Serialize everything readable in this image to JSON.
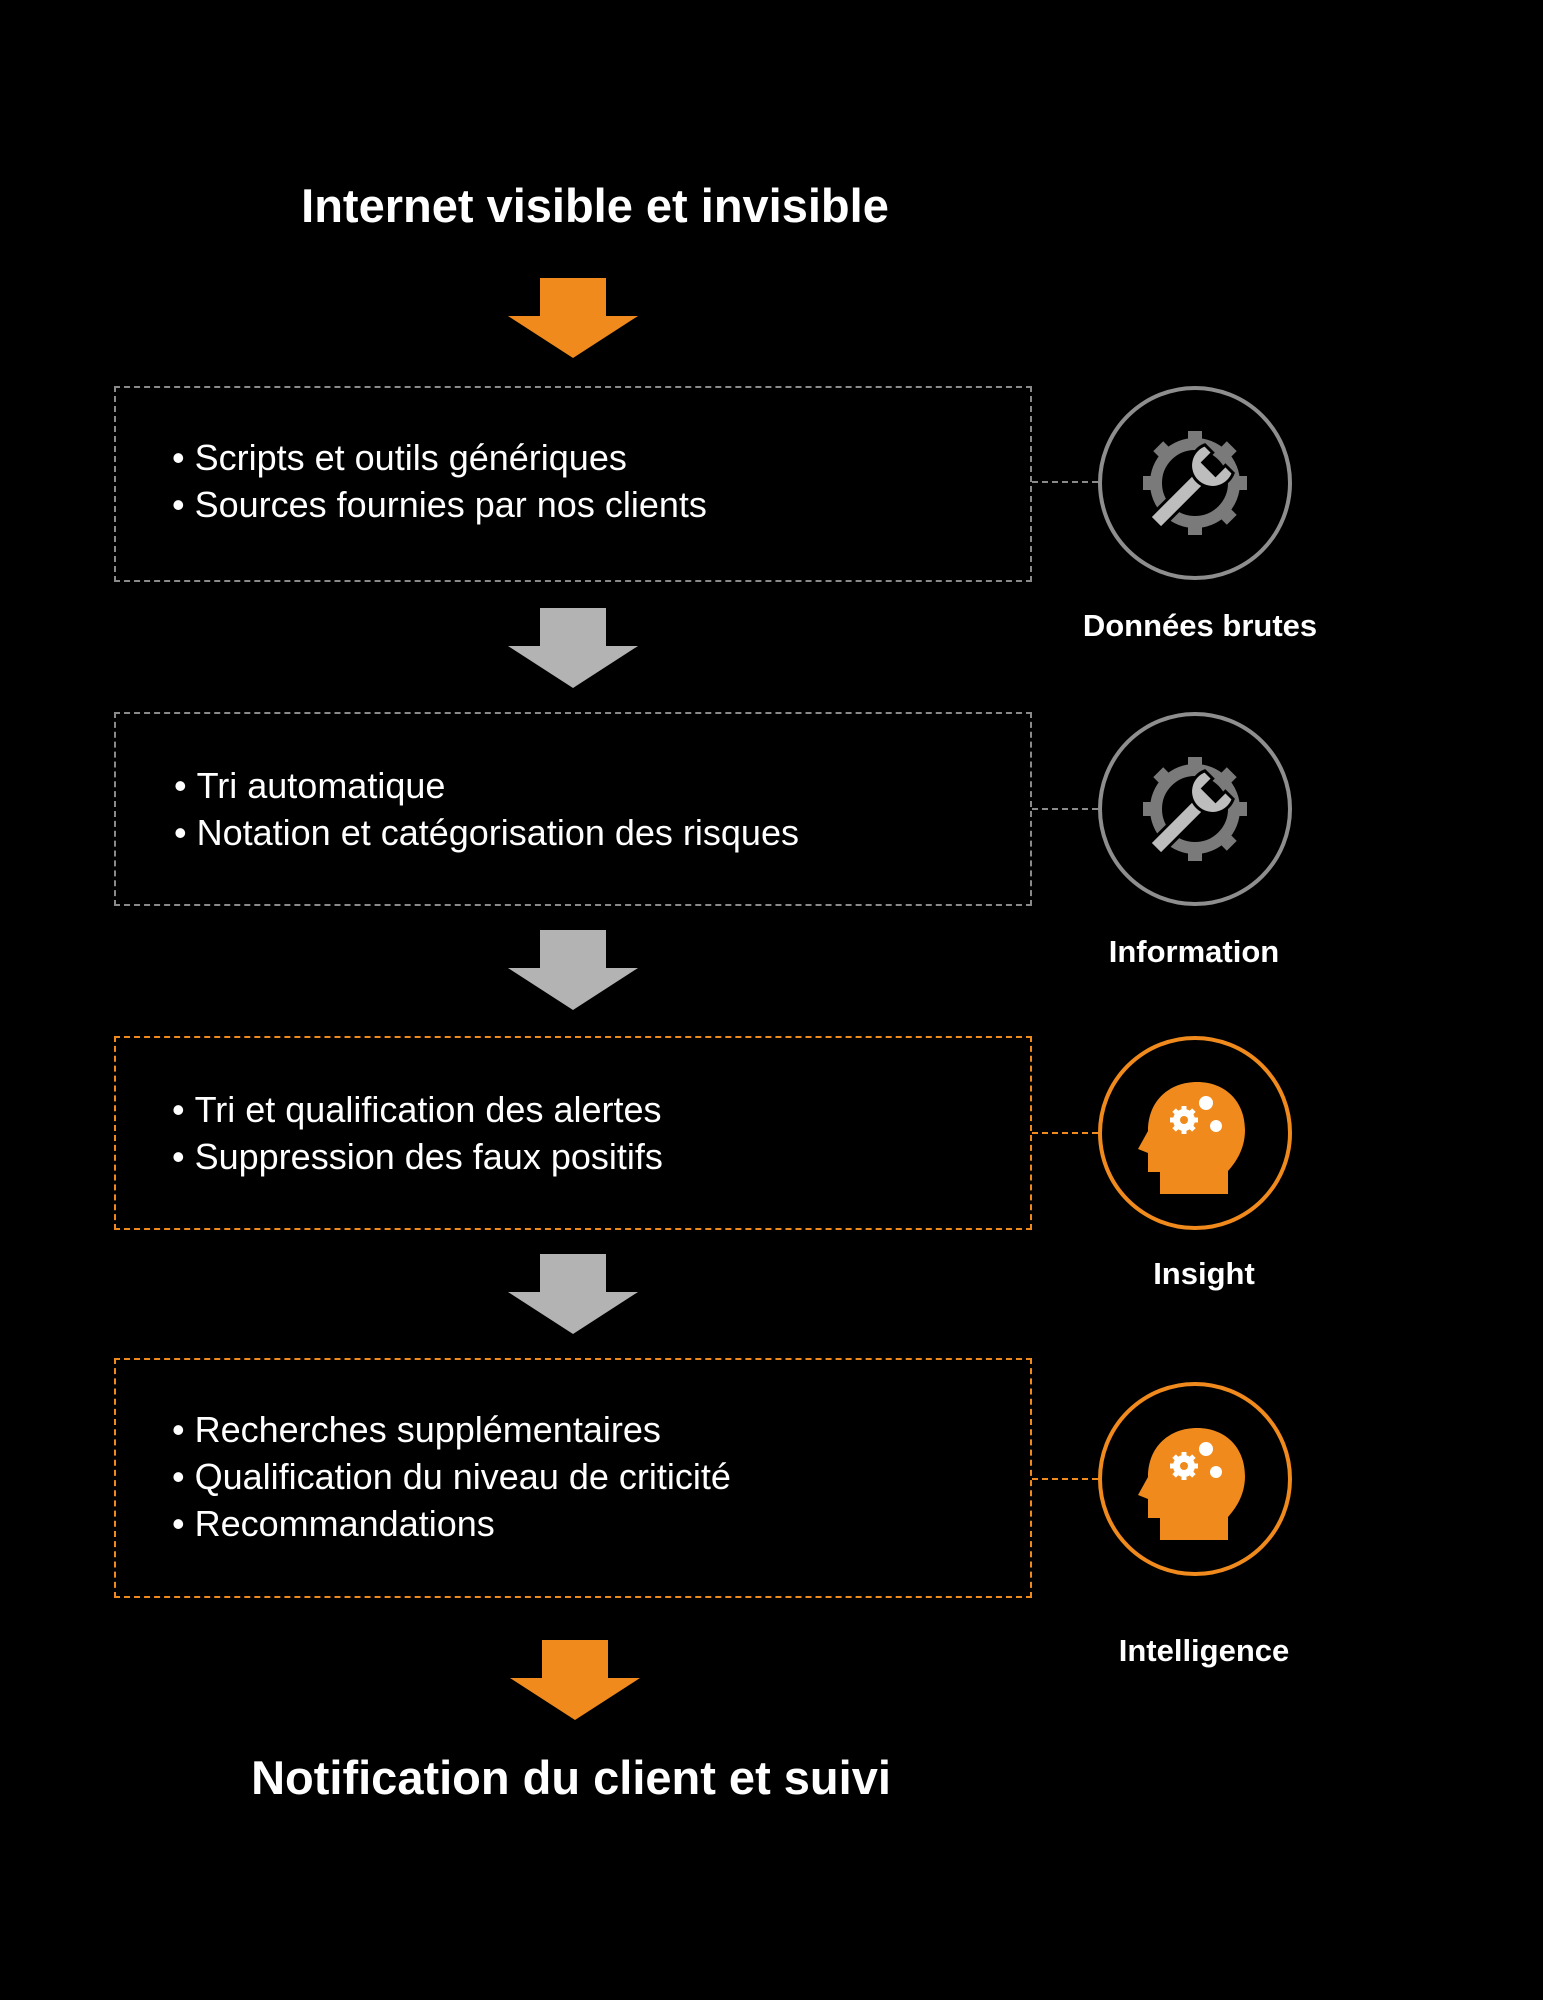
{
  "title_top": "Internet visible et invisible",
  "title_bottom": "Notification du client et suivi",
  "colors": {
    "background": "#000000",
    "accent": "#f08a1c",
    "neutral": "#8e8e8e",
    "arrow_gray": "#b3b3b3",
    "text": "#ffffff"
  },
  "stages": [
    {
      "items": [
        "Scripts et outils génériques",
        "Sources fournies par nos clients"
      ],
      "label": "Données brutes",
      "icon": "gear-wrench-icon",
      "style": "gray"
    },
    {
      "items": [
        "Tri automatique",
        "Notation et catégorisation des risques"
      ],
      "label": "Information",
      "icon": "gear-wrench-icon",
      "style": "gray"
    },
    {
      "items": [
        "Tri et qualification des alertes",
        "Suppression des faux positifs"
      ],
      "label": "Insight",
      "icon": "head-gears-icon",
      "style": "orange"
    },
    {
      "items": [
        "Recherches supplémentaires",
        "Qualification du niveau de criticité",
        "Recommandations"
      ],
      "label": "Intelligence",
      "icon": "head-gears-icon",
      "style": "orange"
    }
  ]
}
